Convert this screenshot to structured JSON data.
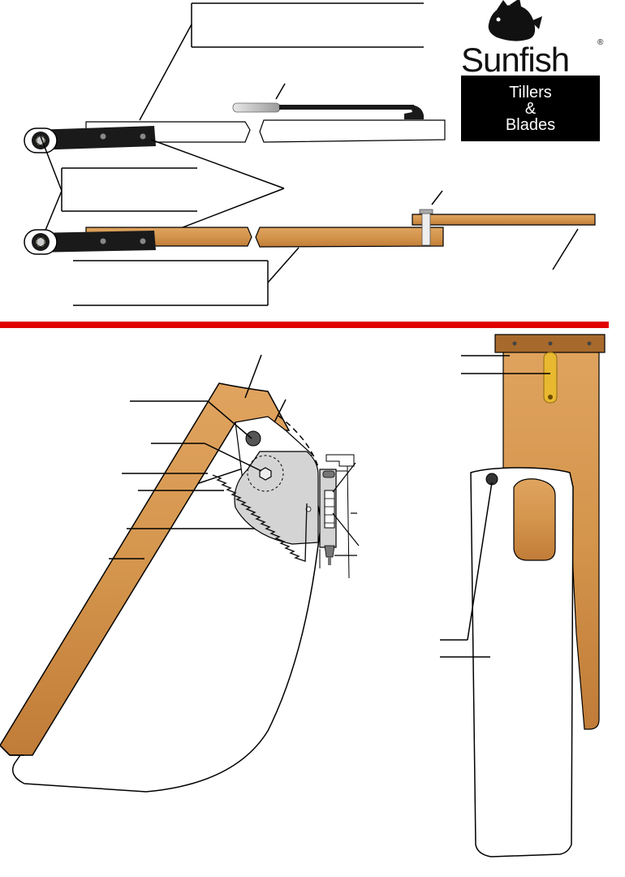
{
  "logo": {
    "brand": "Sunfish",
    "registered": "®"
  },
  "title_box": {
    "line1": "Tillers",
    "line2": "&",
    "line3": "Blades"
  },
  "colors": {
    "wood": "#D4954C",
    "wood_dark": "#A86A2C",
    "metal_dark": "#1A1A1A",
    "plate_gray": "#D4D4D4",
    "divider_red": "#E00000",
    "blade_white": "#FFFFFF",
    "outline": "#000000"
  },
  "icons": [
    "sunfish-logo-icon",
    "hex-bolt-icon",
    "pivot-pin-icon"
  ]
}
